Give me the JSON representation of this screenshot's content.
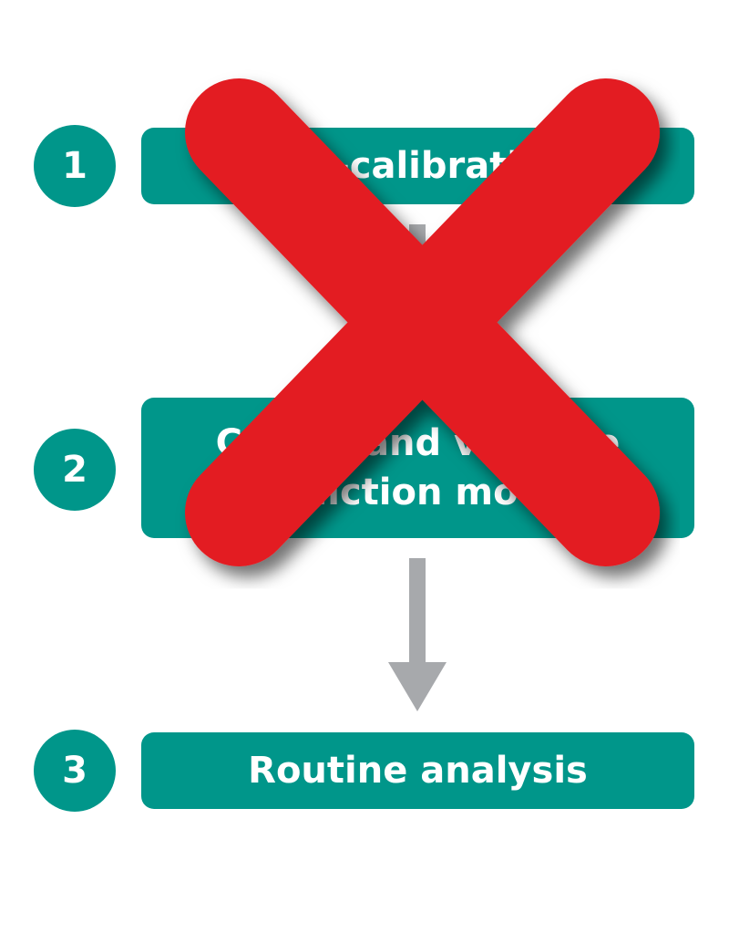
{
  "colors": {
    "teal": "#00968a",
    "arrow_gray": "#a7a9ac",
    "cross_red": "#e31e24"
  },
  "steps": [
    {
      "number": "1",
      "label": "Pre-calibration"
    },
    {
      "number": "2",
      "label": "Create and validate\nprediction models"
    },
    {
      "number": "3",
      "label": "Routine analysis"
    }
  ],
  "overlay": {
    "icon": "cross-x-icon"
  }
}
